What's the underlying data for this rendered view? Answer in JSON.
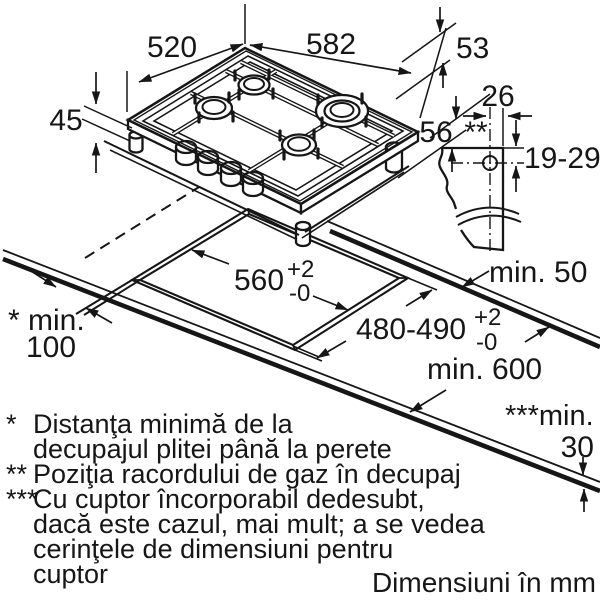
{
  "dimensions": {
    "hob_depth": "520",
    "hob_width": "582",
    "right_gap": "53",
    "edge_height": "45",
    "body_depth": "56",
    "gas_offset": "26",
    "gas_marker": "**",
    "gas_vertical": "19-29",
    "rear_clearance": "min. 50",
    "cutout_width": "560",
    "cutout_width_plus": "+2",
    "cutout_width_minus": "-0",
    "cutout_depth": "480-490",
    "cutout_depth_plus": "+2",
    "cutout_depth_minus": "-0",
    "worktop_depth": "min. 600",
    "wall_label": "* min.",
    "wall_value": "100",
    "thickness_label": "***min.",
    "thickness_value": "30"
  },
  "footnotes": [
    {
      "marker": "*",
      "lines": [
        "Distanţa minimă de la",
        "decupajul plitei până la perete"
      ]
    },
    {
      "marker": "**",
      "lines": [
        "Poziţia racordului de gaz în decupaj"
      ]
    },
    {
      "marker": "***",
      "lines": [
        "Cu cuptor încorporabil dedesubt,",
        "dacă este cazul, mai mult; a se vedea",
        "cerinţele de dimensiuni pentru",
        "cuptor"
      ]
    }
  ],
  "units_note": "Dimensiuni în mm",
  "colors": {
    "line": "#161616",
    "burner_fill": "#d6d6d6",
    "background": "#ffffff"
  }
}
